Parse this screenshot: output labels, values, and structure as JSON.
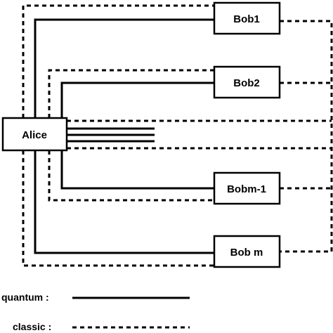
{
  "nodes": {
    "alice": "Alice",
    "bob1": "Bob1",
    "bob2": "Bob2",
    "bob_m_minus_1": "Bobm-1",
    "bob_m": "Bob m"
  },
  "legend": {
    "quantum_label": "quantum :",
    "classic_label": "classic :"
  },
  "colors": {
    "line": "#000000",
    "background": "#ffffff"
  }
}
